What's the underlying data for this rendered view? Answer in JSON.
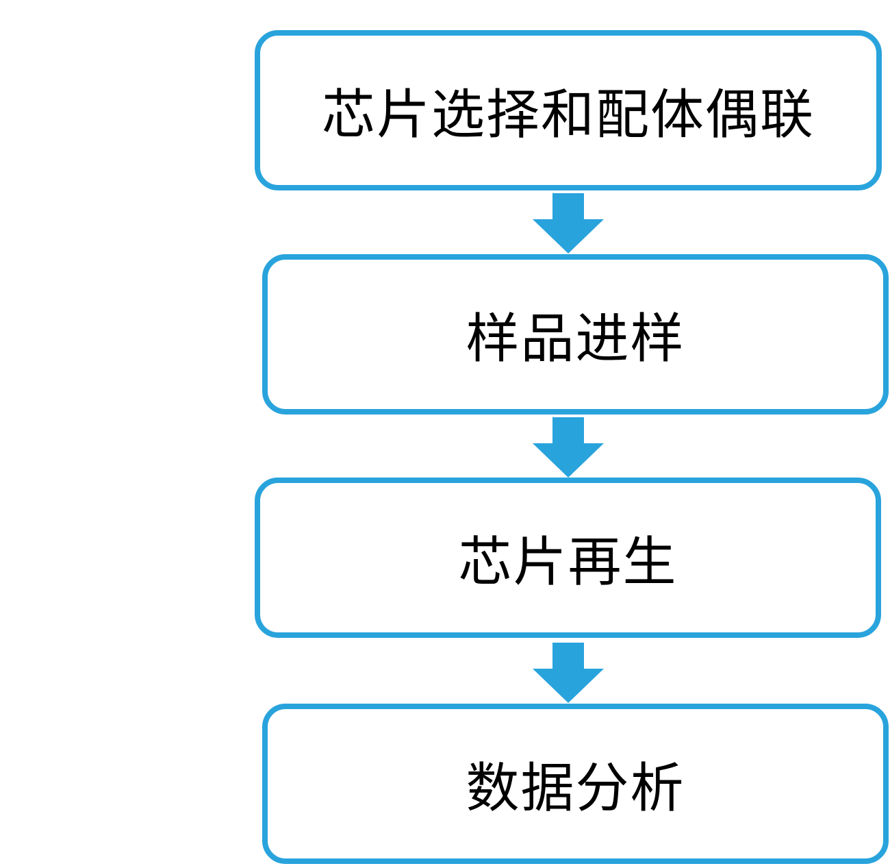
{
  "flowchart": {
    "steps": [
      {
        "label": "芯片选择和配体偶联"
      },
      {
        "label": "样品进样"
      },
      {
        "label": "芯片再生"
      },
      {
        "label": "数据分析"
      }
    ],
    "accent_color": "#29a3dc",
    "arrow_icon": "down-arrow-icon"
  }
}
